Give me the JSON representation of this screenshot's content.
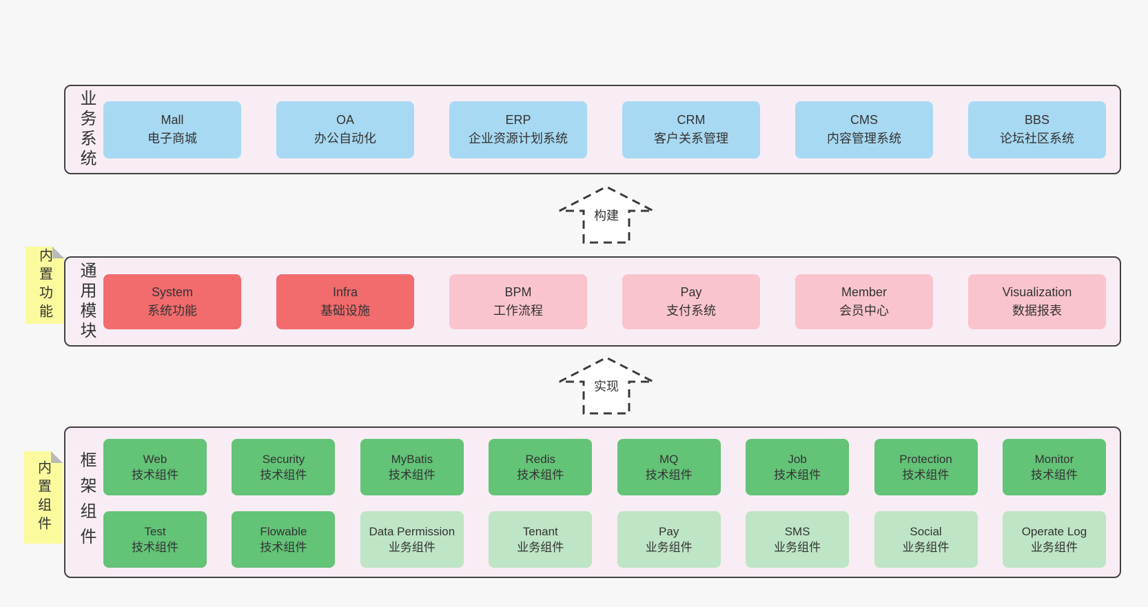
{
  "colors": {
    "page_background": "#f7f7f7",
    "layer_background": "#f8edf5",
    "layer_border": "#404040",
    "system_box_blue": "#a8d9f2",
    "core_module_red": "#f26b6d",
    "module_pink": "#f9c4cd",
    "tech_component_green": "#63c377",
    "biz_component_light_green": "#bee5c5",
    "sticky_note_yellow": "#fbfb9d",
    "text": "#333333",
    "arrow_stroke": "#3a3a3a"
  },
  "arrows": {
    "build": {
      "label": "构建"
    },
    "implement": {
      "label": "实现"
    }
  },
  "layers": {
    "business": {
      "side_label": "业务系统",
      "boxes": [
        {
          "name": "Mall",
          "desc": "电子商城",
          "variant": "blue"
        },
        {
          "name": "OA",
          "desc": "办公自动化",
          "variant": "blue"
        },
        {
          "name": "ERP",
          "desc": "企业资源计划系统",
          "variant": "blue"
        },
        {
          "name": "CRM",
          "desc": "客户关系管理",
          "variant": "blue"
        },
        {
          "name": "CMS",
          "desc": "内容管理系统",
          "variant": "blue"
        },
        {
          "name": "BBS",
          "desc": "论坛社区系统",
          "variant": "blue"
        }
      ]
    },
    "modules": {
      "side_label": "通用模块",
      "note": "内置功能",
      "boxes": [
        {
          "name": "System",
          "desc": "系统功能",
          "variant": "red"
        },
        {
          "name": "Infra",
          "desc": "基础设施",
          "variant": "red"
        },
        {
          "name": "BPM",
          "desc": "工作流程",
          "variant": "pink"
        },
        {
          "name": "Pay",
          "desc": "支付系统",
          "variant": "pink"
        },
        {
          "name": "Member",
          "desc": "会员中心",
          "variant": "pink"
        },
        {
          "name": "Visualization",
          "desc": "数据报表",
          "variant": "pink"
        }
      ]
    },
    "components": {
      "side_label": "框架组件",
      "note": "内置组件",
      "row1": [
        {
          "name": "Web",
          "desc": "技术组件",
          "variant": "green"
        },
        {
          "name": "Security",
          "desc": "技术组件",
          "variant": "green"
        },
        {
          "name": "MyBatis",
          "desc": "技术组件",
          "variant": "green"
        },
        {
          "name": "Redis",
          "desc": "技术组件",
          "variant": "green"
        },
        {
          "name": "MQ",
          "desc": "技术组件",
          "variant": "green"
        },
        {
          "name": "Job",
          "desc": "技术组件",
          "variant": "green"
        },
        {
          "name": "Protection",
          "desc": "技术组件",
          "variant": "green"
        },
        {
          "name": "Monitor",
          "desc": "技术组件",
          "variant": "green"
        }
      ],
      "row2": [
        {
          "name": "Test",
          "desc": "技术组件",
          "variant": "green"
        },
        {
          "name": "Flowable",
          "desc": "技术组件",
          "variant": "green"
        },
        {
          "name": "Data Permission",
          "desc": "业务组件",
          "variant": "lightgreen"
        },
        {
          "name": "Tenant",
          "desc": "业务组件",
          "variant": "lightgreen"
        },
        {
          "name": "Pay",
          "desc": "业务组件",
          "variant": "lightgreen"
        },
        {
          "name": "SMS",
          "desc": "业务组件",
          "variant": "lightgreen"
        },
        {
          "name": "Social",
          "desc": "业务组件",
          "variant": "lightgreen"
        },
        {
          "name": "Operate Log",
          "desc": "业务组件",
          "variant": "lightgreen"
        }
      ]
    }
  }
}
